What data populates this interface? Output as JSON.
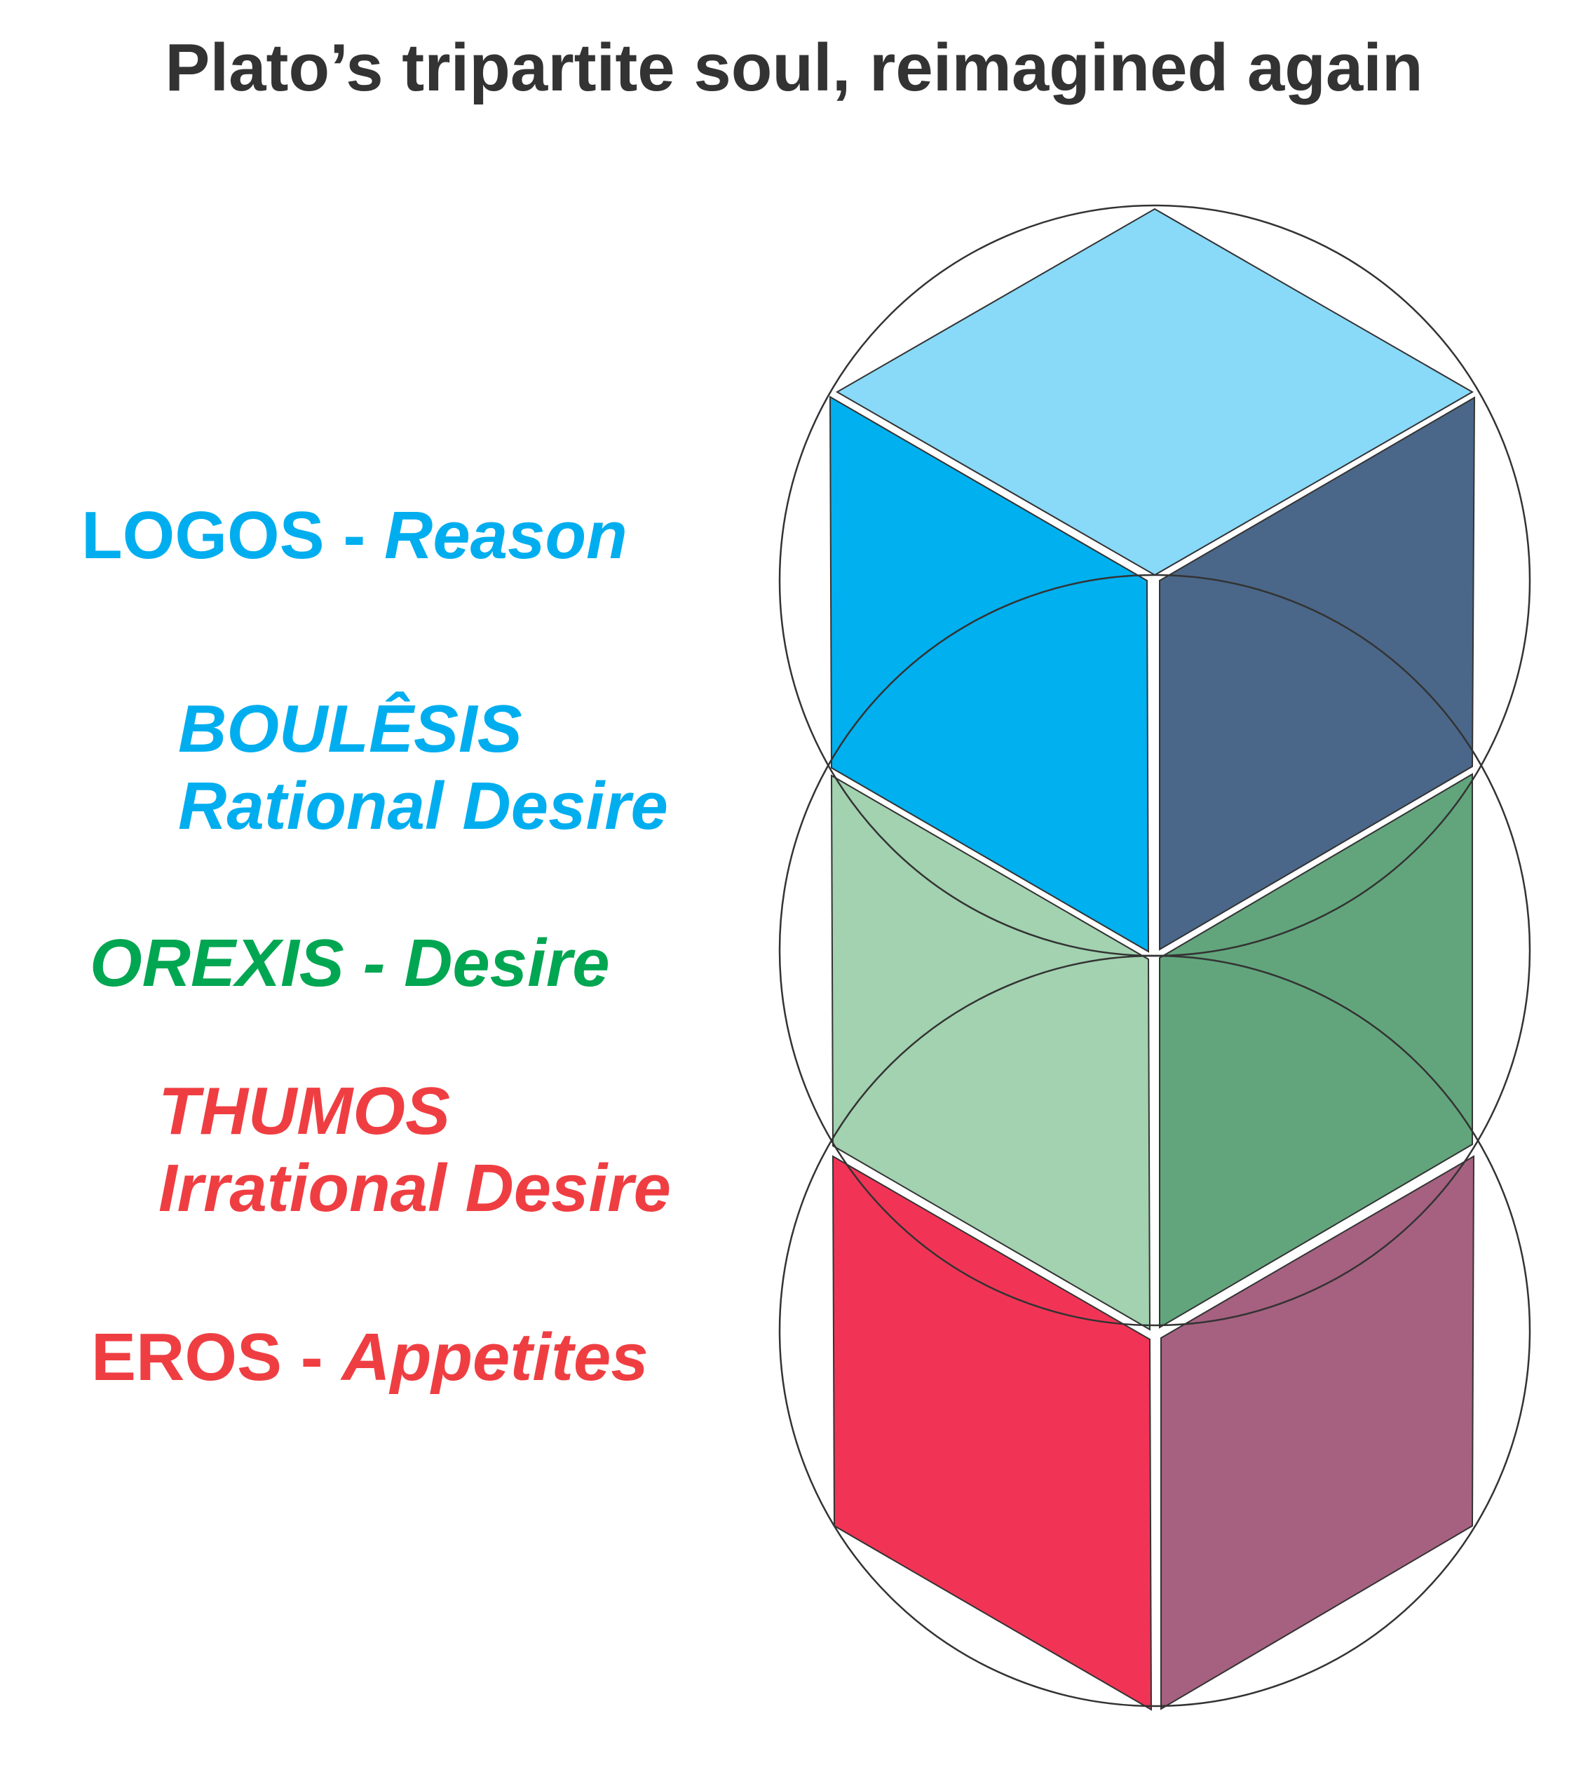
{
  "title": "Plato’s tripartite soul, reimagined again",
  "labels": {
    "logos": {
      "term": "LOGOS - ",
      "meaning": "Reason"
    },
    "boulesis": {
      "term": "BOULÊSIS",
      "meaning": "Rational Desire"
    },
    "orexis": {
      "term": "OREXIS - Desire"
    },
    "thumos": {
      "term": "THUMOS",
      "meaning": "Irrational Desire"
    },
    "eros": {
      "term": "EROS - ",
      "meaning": "Appetites"
    }
  },
  "colors": {
    "title": "#333333",
    "reason_text": "#00aeef",
    "desire_text": "#00a651",
    "appetite_text": "#ef3e42",
    "reason_top": "#89d9f8",
    "reason_left": "#00b0ef",
    "reason_right": "#4a6789",
    "desire_left": "#a2d2b0",
    "desire_right": "#62a57c",
    "appetite_left": "#f13456",
    "appetite_right": "#a66180",
    "outline": "#333333"
  }
}
